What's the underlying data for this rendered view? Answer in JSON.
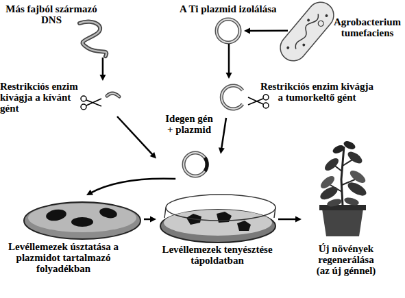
{
  "diagram": {
    "nodes": [
      {
        "text": [
          "Más fajból származó DNS"
        ]
      },
      {
        "text": [
          "A Ti plazmid izolálása"
        ]
      },
      {
        "text": [
          "Agrobacterium tumefaciens"
        ]
      },
      {
        "text": [
          "Restrikciós enzim kivágja a kívánt gént"
        ]
      },
      {
        "text": [
          "Idegen gén + plazmid"
        ]
      },
      {
        "text": [
          "Restrikciós enzim kivágja a tumorkeltő gént"
        ]
      },
      {
        "text": [
          "Levéllemezek úsztatása a plazmidot tartalmazó folyadékban"
        ]
      },
      {
        "text": [
          "Levéllemezek tenyésztése tápoldatban"
        ]
      },
      {
        "text": [
          "Új növények regenerálása (az új génnel)"
        ]
      }
    ],
    "edges": [
      {
        "from": 0,
        "to": 3,
        "arrow": "to"
      },
      {
        "from": 2,
        "to": 1,
        "arrow": "to"
      },
      {
        "from": 1,
        "to": 5,
        "arrow": "to"
      },
      {
        "from": 3,
        "to": 4,
        "arrow": "to"
      },
      {
        "from": 5,
        "to": 4,
        "arrow": "to"
      },
      {
        "from": 4,
        "to": 6,
        "arrow": "to"
      },
      {
        "from": 6,
        "to": 7,
        "arrow": "to"
      },
      {
        "from": 7,
        "to": 8,
        "arrow": "to"
      }
    ]
  }
}
